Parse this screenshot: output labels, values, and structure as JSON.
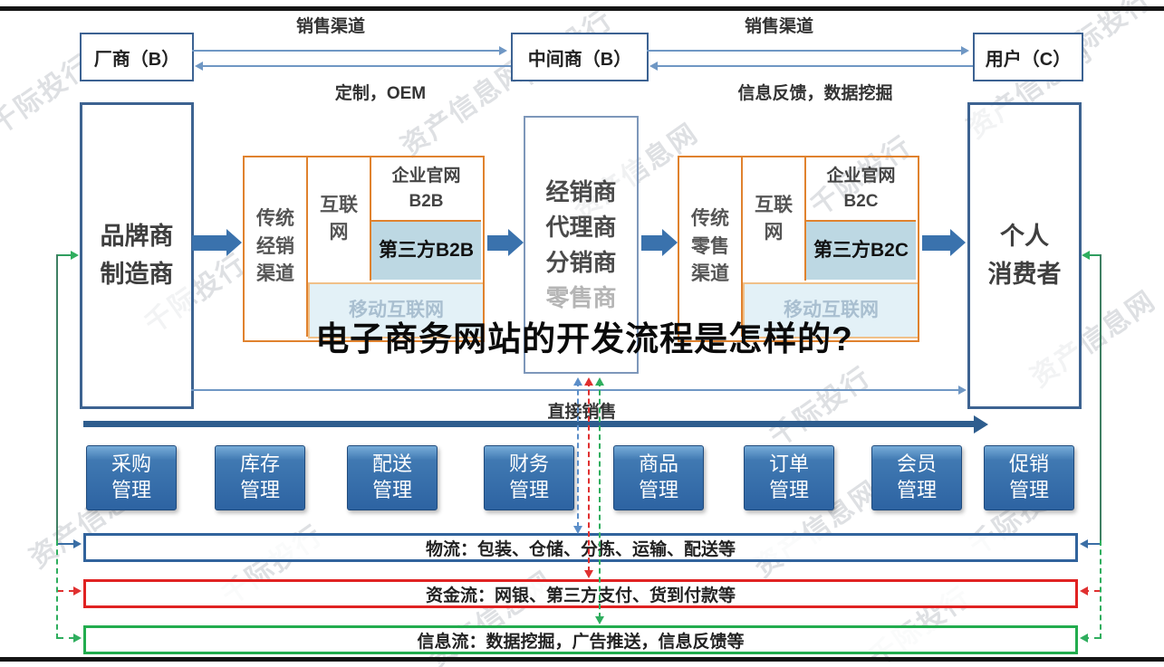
{
  "title_overlay": "电子商务网站的开发流程是怎样的?",
  "watermarks": {
    "site": "资产信息网",
    "firm": "千际投行"
  },
  "top_row": {
    "manufacturer": "厂商（B）",
    "intermediary": "中间商（B）",
    "user": "用户（C）",
    "sales_channel_left": "销售渠道",
    "sales_channel_right": "销售渠道",
    "oem_label": "定制，OEM",
    "feedback_label": "信息反馈，数据挖掘"
  },
  "main_row": {
    "brand": [
      "品牌商",
      "制造商"
    ],
    "left_channel": {
      "traditional": [
        "传统",
        "经销",
        "渠道"
      ],
      "internet": [
        "互联",
        "网"
      ],
      "official_site": [
        "企业官网",
        "B2B"
      ],
      "third_party": "第三方B2B",
      "mobile": "移动互联网"
    },
    "distributor": [
      "经销商",
      "代理商",
      "分销商"
    ],
    "distributor_faded": "零售商",
    "right_channel": {
      "traditional": [
        "传统",
        "零售",
        "渠道"
      ],
      "internet": [
        "互联",
        "网"
      ],
      "official_site": [
        "企业官网",
        "B2C"
      ],
      "third_party": "第三方B2C",
      "mobile": "移动互联网"
    },
    "consumer": [
      "个人",
      "消费者"
    ],
    "direct_sales_label": "直接销售"
  },
  "modules": [
    [
      "采购",
      "管理"
    ],
    [
      "库存",
      "管理"
    ],
    [
      "配送",
      "管理"
    ],
    [
      "财务",
      "管理"
    ],
    [
      "商品",
      "管理"
    ],
    [
      "订单",
      "管理"
    ],
    [
      "会员",
      "管理"
    ],
    [
      "促销",
      "管理"
    ]
  ],
  "flow_bars": [
    {
      "name": "logistics",
      "label": "物流：包装、仓储、分拣、运输、配送等",
      "color": "#31639c"
    },
    {
      "name": "capital",
      "label": "资金流：网银、第三方支付、货到付款等",
      "color": "#e02222"
    },
    {
      "name": "information",
      "label": "信息流：数据挖掘，广告推送，信息反馈等",
      "color": "#22ac4e"
    }
  ],
  "colors": {
    "box_border": "#3c6292",
    "channel_border": "#e0822e",
    "third_party_bg": "#bdd8e3",
    "mobile_bg": "#e3f1f7",
    "module_blue": "#2d63a2",
    "thick_arrow": "#2e5d8e",
    "green_line": "#2fae5e",
    "red_line": "#e03030",
    "blue_line": "#6f97c4"
  }
}
